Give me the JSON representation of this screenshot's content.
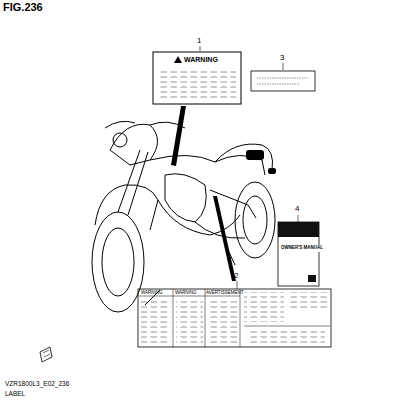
{
  "diagram": {
    "title": "FIG.236",
    "nodes": [
      {
        "text": [
          "WARNING"
        ]
      },
      {
        "text": [
          "OWNER'S MANUAL"
        ]
      },
      {
        "text": [
          "WARNING",
          "WARNING",
          "AVERTISSEMENT"
        ]
      }
    ],
    "labels": [
      "1",
      "3",
      "4",
      "2",
      "VZR1800L3_E02_236",
      "LABEL"
    ]
  }
}
